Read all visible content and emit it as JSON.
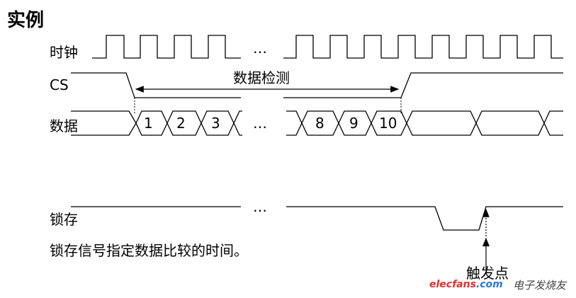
{
  "title": "实例",
  "signals": {
    "clock": "时钟",
    "cs": "CS",
    "data": "数据",
    "latch": "锁存"
  },
  "detect_label": "数据检测",
  "data_cells": [
    "1",
    "2",
    "3",
    "8",
    "9",
    "10"
  ],
  "ellipsis": "…",
  "note": "锁存信号指定数据比较的时间。",
  "trigger_label": "触发点",
  "watermark": {
    "brand": "elecfans",
    "domain": ".com",
    "cn": "电子发烧友"
  },
  "colors": {
    "line": "#000000",
    "watermark_red": "#e03030",
    "watermark_blue": "#2a7ad8"
  }
}
